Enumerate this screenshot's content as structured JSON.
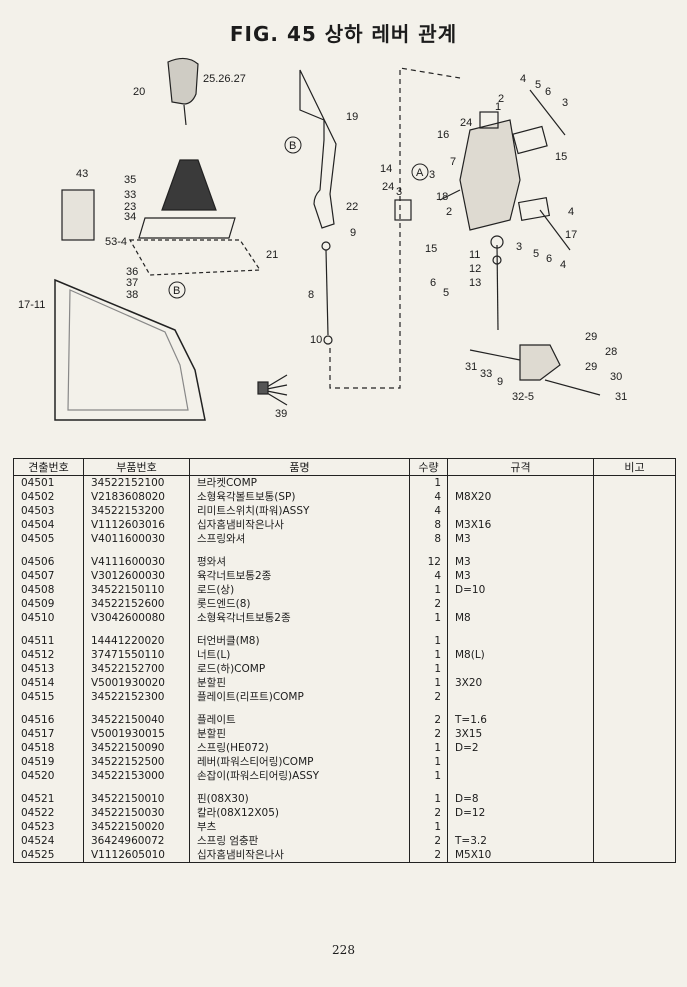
{
  "figure": {
    "title": "FIG. 45 상하 레버 관계",
    "callouts": [
      "20",
      "25.26.27",
      "19",
      "4",
      "5",
      "6",
      "3",
      "2",
      "1",
      "24",
      "16",
      "15",
      "14",
      "7",
      "3",
      "43",
      "35",
      "33",
      "23",
      "34",
      "53-4",
      "22",
      "24",
      "3",
      "18",
      "9",
      "21",
      "36",
      "37",
      "38",
      "2",
      "15",
      "17",
      "5",
      "6",
      "4",
      "3",
      "4",
      "12",
      "11",
      "6",
      "5",
      "13",
      "8",
      "17-11",
      "10",
      "29",
      "28",
      "29",
      "30",
      "31",
      "33",
      "9",
      "32-5",
      "31",
      "39"
    ],
    "circled_marks": [
      "B",
      "A",
      "B"
    ]
  },
  "table": {
    "headers": {
      "ref_no": "견출번호",
      "part_no": "부품번호",
      "name": "품명",
      "qty": "수량",
      "spec": "규격",
      "remarks": "비고"
    },
    "groups": [
      [
        {
          "ref_no": "04501",
          "part_no": "34522152100",
          "name": "브라켓COMP",
          "qty": "1",
          "spec": "",
          "remarks": ""
        },
        {
          "ref_no": "04502",
          "part_no": "V2183608020",
          "name": "소형육각볼트보통(SP)",
          "qty": "4",
          "spec": "M8X20",
          "remarks": ""
        },
        {
          "ref_no": "04503",
          "part_no": "34522153200",
          "name": "리미트스위치(파워)ASSY",
          "qty": "4",
          "spec": "",
          "remarks": ""
        },
        {
          "ref_no": "04504",
          "part_no": "V1112603016",
          "name": "십자홈냄비작은나사",
          "qty": "8",
          "spec": "M3X16",
          "remarks": ""
        },
        {
          "ref_no": "04505",
          "part_no": "V4011600030",
          "name": "스프링와셔",
          "qty": "8",
          "spec": "M3",
          "remarks": ""
        }
      ],
      [
        {
          "ref_no": "04506",
          "part_no": "V4111600030",
          "name": "평와셔",
          "qty": "12",
          "spec": "M3",
          "remarks": ""
        },
        {
          "ref_no": "04507",
          "part_no": "V3012600030",
          "name": "육각너트보통2종",
          "qty": "4",
          "spec": "M3",
          "remarks": ""
        },
        {
          "ref_no": "04508",
          "part_no": "34522150110",
          "name": "로드(상)",
          "qty": "1",
          "spec": "D=10",
          "remarks": ""
        },
        {
          "ref_no": "04509",
          "part_no": "34522152600",
          "name": "롯드엔드(8)",
          "qty": "2",
          "spec": "",
          "remarks": ""
        },
        {
          "ref_no": "04510",
          "part_no": "V3042600080",
          "name": "소형육각너트보통2종",
          "qty": "1",
          "spec": "M8",
          "remarks": ""
        }
      ],
      [
        {
          "ref_no": "04511",
          "part_no": "14441220020",
          "name": "터언버클(M8)",
          "qty": "1",
          "spec": "",
          "remarks": ""
        },
        {
          "ref_no": "04512",
          "part_no": "37471550110",
          "name": "너트(L)",
          "qty": "1",
          "spec": "M8(L)",
          "remarks": ""
        },
        {
          "ref_no": "04513",
          "part_no": "34522152700",
          "name": "로드(하)COMP",
          "qty": "1",
          "spec": "",
          "remarks": ""
        },
        {
          "ref_no": "04514",
          "part_no": "V5001930020",
          "name": "분할핀",
          "qty": "1",
          "spec": "3X20",
          "remarks": ""
        },
        {
          "ref_no": "04515",
          "part_no": "34522152300",
          "name": "플레이트(리프트)COMP",
          "qty": "2",
          "spec": "",
          "remarks": ""
        }
      ],
      [
        {
          "ref_no": "04516",
          "part_no": "34522150040",
          "name": "플레이트",
          "qty": "2",
          "spec": "T=1.6",
          "remarks": ""
        },
        {
          "ref_no": "04517",
          "part_no": "V5001930015",
          "name": "분할핀",
          "qty": "2",
          "spec": "3X15",
          "remarks": ""
        },
        {
          "ref_no": "04518",
          "part_no": "34522150090",
          "name": "스프링(HE072)",
          "qty": "1",
          "spec": "D=2",
          "remarks": ""
        },
        {
          "ref_no": "04519",
          "part_no": "34522152500",
          "name": "레버(파워스티어링)COMP",
          "qty": "1",
          "spec": "",
          "remarks": ""
        },
        {
          "ref_no": "04520",
          "part_no": "34522153000",
          "name": "손잡이(파워스티어링)ASSY",
          "qty": "1",
          "spec": "",
          "remarks": ""
        }
      ],
      [
        {
          "ref_no": "04521",
          "part_no": "34522150010",
          "name": "핀(08X30)",
          "qty": "1",
          "spec": "D=8",
          "remarks": ""
        },
        {
          "ref_no": "04522",
          "part_no": "34522150030",
          "name": "칼라(08X12X05)",
          "qty": "2",
          "spec": "D=12",
          "remarks": ""
        },
        {
          "ref_no": "04523",
          "part_no": "34522150020",
          "name": "부츠",
          "qty": "1",
          "spec": "",
          "remarks": ""
        },
        {
          "ref_no": "04524",
          "part_no": "36424960072",
          "name": "스프링 엄충판",
          "qty": "2",
          "spec": "T=3.2",
          "remarks": ""
        },
        {
          "ref_no": "04525",
          "part_no": "V1112605010",
          "name": "십자홈냄비작은나사",
          "qty": "2",
          "spec": "M5X10",
          "remarks": ""
        }
      ]
    ]
  },
  "page_number": "228"
}
